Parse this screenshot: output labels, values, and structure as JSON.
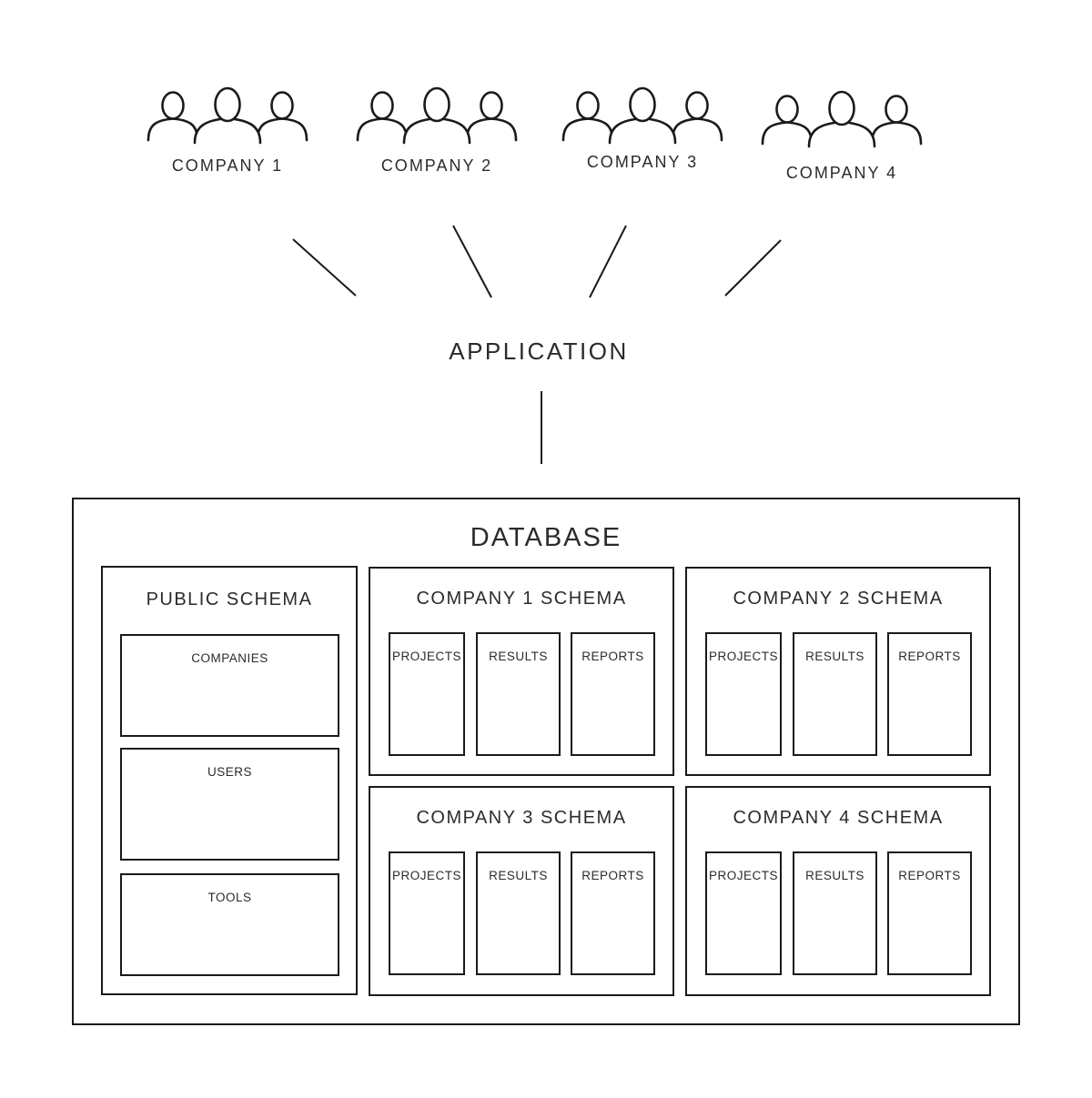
{
  "user_groups": [
    {
      "label": "COMPANY 1"
    },
    {
      "label": "COMPANY 2"
    },
    {
      "label": "COMPANY 3"
    },
    {
      "label": "COMPANY 4"
    }
  ],
  "application": {
    "label": "APPLICATION"
  },
  "database": {
    "title": "DATABASE",
    "public_schema": {
      "title": "PUBLIC SCHEMA",
      "tables": [
        {
          "label": "COMPANIES"
        },
        {
          "label": "USERS"
        },
        {
          "label": "TOOLS"
        }
      ]
    },
    "company_schemas": [
      {
        "title": "COMPANY 1 SCHEMA",
        "tables": [
          {
            "label": "PROJECTS"
          },
          {
            "label": "RESULTS"
          },
          {
            "label": "REPORTS"
          }
        ]
      },
      {
        "title": "COMPANY 2 SCHEMA",
        "tables": [
          {
            "label": "PROJECTS"
          },
          {
            "label": "RESULTS"
          },
          {
            "label": "REPORTS"
          }
        ]
      },
      {
        "title": "COMPANY 3 SCHEMA",
        "tables": [
          {
            "label": "PROJECTS"
          },
          {
            "label": "RESULTS"
          },
          {
            "label": "REPORTS"
          }
        ]
      },
      {
        "title": "COMPANY 4 SCHEMA",
        "tables": [
          {
            "label": "PROJECTS"
          },
          {
            "label": "RESULTS"
          },
          {
            "label": "REPORTS"
          }
        ]
      }
    ]
  },
  "colors": {
    "stroke": "#1a1a1a",
    "text": "#2b2b2b",
    "background": "#ffffff"
  }
}
